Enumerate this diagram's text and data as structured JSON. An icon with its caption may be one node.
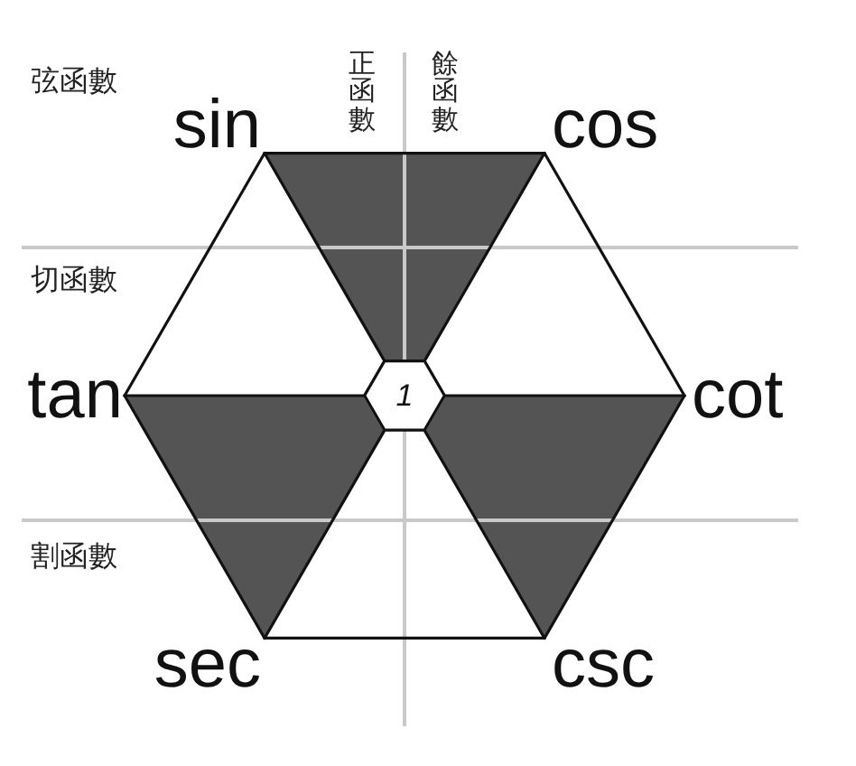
{
  "diagram": {
    "nodes": [
      {
        "text": [
          "sin"
        ]
      },
      {
        "text": [
          "cos"
        ]
      },
      {
        "text": [
          "tan"
        ]
      },
      {
        "text": [
          "1"
        ]
      },
      {
        "text": [
          "cot"
        ]
      },
      {
        "text": [
          "sec"
        ]
      },
      {
        "text": [
          "csc"
        ]
      }
    ],
    "edges": [
      {
        "from": 0,
        "to": 1,
        "arrow": "none"
      },
      {
        "from": 1,
        "to": 4,
        "arrow": "none"
      },
      {
        "from": 4,
        "to": 6,
        "arrow": "none"
      },
      {
        "from": 6,
        "to": 5,
        "arrow": "none"
      },
      {
        "from": 5,
        "to": 2,
        "arrow": "none"
      },
      {
        "from": 2,
        "to": 0,
        "arrow": "none"
      },
      {
        "from": 0,
        "to": 3,
        "arrow": "none"
      },
      {
        "from": 1,
        "to": 3,
        "arrow": "none"
      },
      {
        "from": 2,
        "to": 3,
        "arrow": "none"
      },
      {
        "from": 4,
        "to": 3,
        "arrow": "none"
      },
      {
        "from": 5,
        "to": 3,
        "arrow": "none"
      },
      {
        "from": 6,
        "to": 3,
        "arrow": "none"
      }
    ],
    "labels": [
      "弦函數",
      "正函數",
      "餘函數",
      "切函數",
      "割函數"
    ]
  }
}
